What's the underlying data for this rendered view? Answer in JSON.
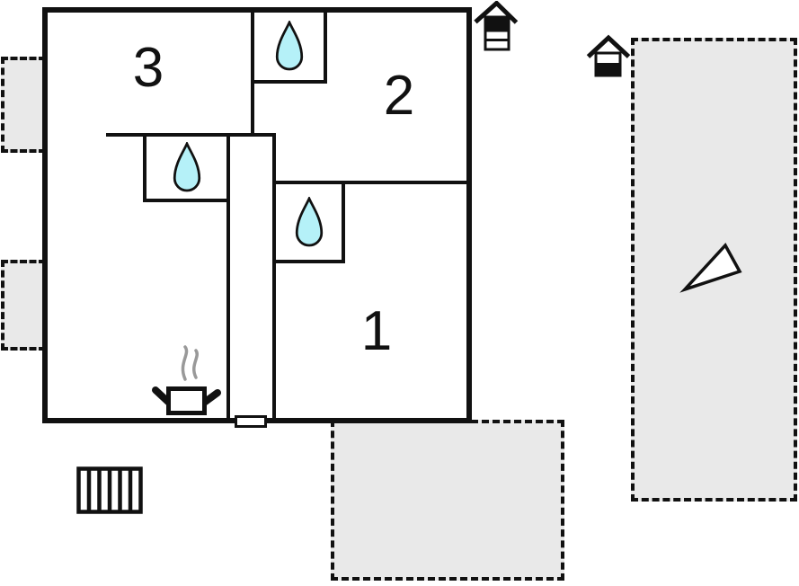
{
  "floorplan": {
    "title": "holiday-home-floor-plan",
    "rooms": [
      {
        "label": "3"
      },
      {
        "label": "2"
      },
      {
        "label": "1"
      }
    ],
    "icons": {
      "water_drop": "water-drop (bathroom/water point)",
      "stove": "cooking-pot-with-steam (kitchen)",
      "door": "door-threshold (entrance)",
      "stairs": "grate-steps",
      "hut_top": "hut-chimney",
      "hut_right": "hut-chimney",
      "arrow": "direction-arrow"
    },
    "colors": {
      "wall": "#111111",
      "water_fill": "#b5f1f8",
      "terrace_fill": "#e9e9e9",
      "steam": "#999999",
      "background": "#ffffff"
    }
  }
}
